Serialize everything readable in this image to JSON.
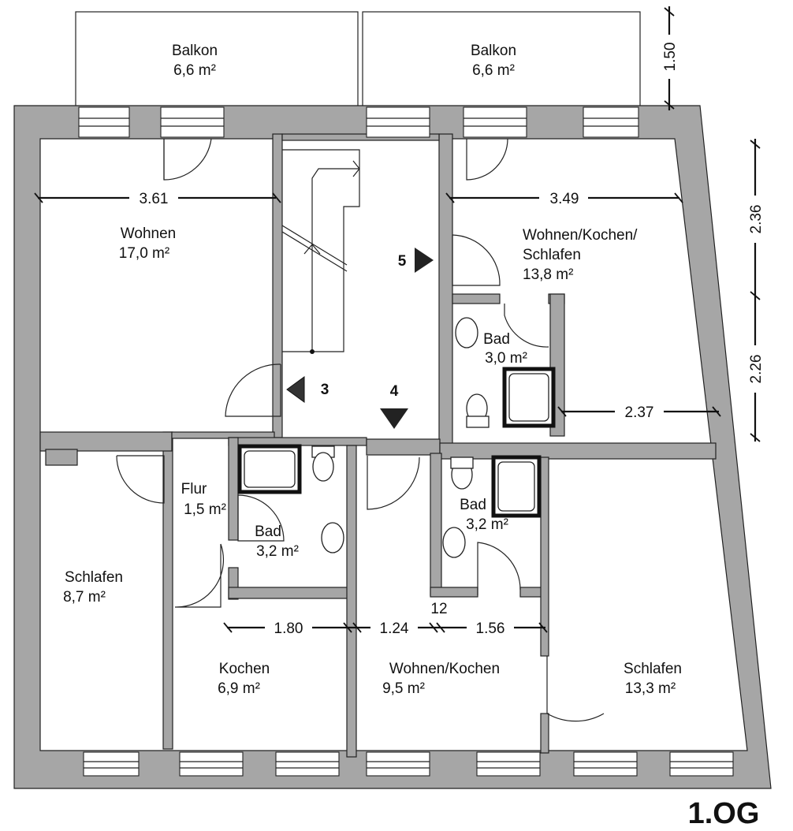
{
  "floor_label": "1.OG",
  "rooms": {
    "balkon_left": {
      "name": "Balkon",
      "area": "6,6 m²"
    },
    "balkon_right": {
      "name": "Balkon",
      "area": "6,6 m²"
    },
    "wohnen": {
      "name": "Wohnen",
      "area": "17,0 m²"
    },
    "wohnen_kochen_schlafen": {
      "name_line1": "Wohnen/Kochen/",
      "name_line2": "Schlafen",
      "area": "13,8 m²"
    },
    "bad_right_upper": {
      "name": "Bad",
      "area": "3,0 m²"
    },
    "flur": {
      "name": "Flur",
      "area": "1,5 m²"
    },
    "bad_center": {
      "name": "Bad",
      "area": "3,2 m²"
    },
    "bad_right_lower": {
      "name": "Bad",
      "area": "3,2 m²"
    },
    "schlafen_left": {
      "name": "Schlafen",
      "area": "8,7 m²"
    },
    "kochen": {
      "name": "Kochen",
      "area": "6,9 m²"
    },
    "wohnen_kochen": {
      "name": "Wohnen/Kochen",
      "area": "9,5 m²"
    },
    "schlafen_right": {
      "name": "Schlafen",
      "area": "13,3 m²"
    }
  },
  "dimensions": {
    "wohnen_width": "3.61",
    "wks_width": "3.49",
    "bad_to_wall": "2.37",
    "kochen_width": "1.80",
    "wk_width": "1.24",
    "wall_thickness": "12",
    "bad_lower_width": "1.56",
    "balcony_depth": "1.50",
    "right_upper": "2.36",
    "right_lower": "2.26"
  },
  "markers": {
    "m3": "3",
    "m4": "4",
    "m5": "5"
  },
  "colors": {
    "wall": "#a6a6a6",
    "line": "#222222",
    "background": "#ffffff"
  }
}
